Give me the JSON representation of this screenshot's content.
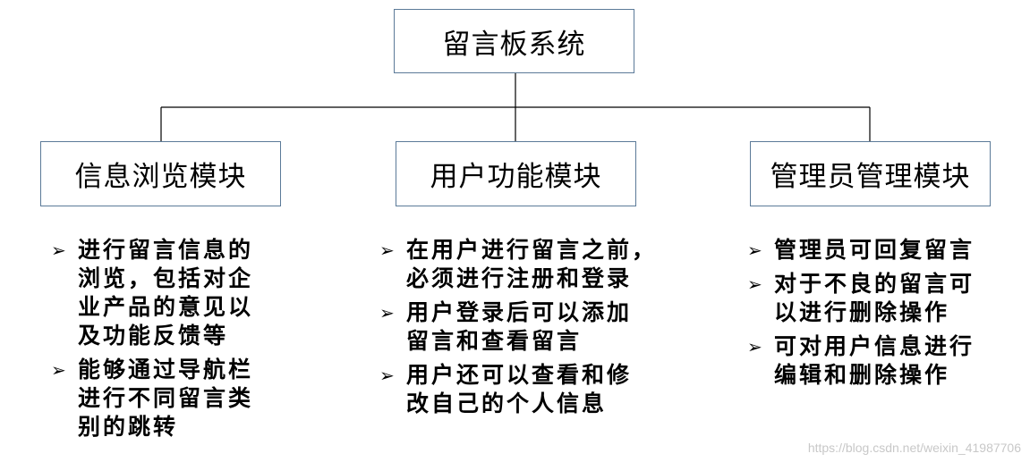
{
  "root": {
    "label": "留言板系统"
  },
  "modules": [
    {
      "label": "信息浏览模块",
      "bullets": [
        {
          "lines": [
            "进行留言信息的",
            "浏览，包括对企",
            "业产品的意见以",
            "及功能反馈等"
          ]
        },
        {
          "lines": [
            "能够通过导航栏",
            "进行不同留言类",
            "别的跳转"
          ]
        }
      ]
    },
    {
      "label": "用户功能模块",
      "bullets": [
        {
          "lines": [
            "在用户进行留言之前，",
            "必须进行注册和登录"
          ]
        },
        {
          "lines": [
            "用户登录后可以添加",
            "留言和查看留言"
          ]
        },
        {
          "lines": [
            "用户还可以查看和修",
            "改自己的个人信息"
          ]
        }
      ]
    },
    {
      "label": "管理员管理模块",
      "bullets": [
        {
          "lines": [
            "管理员可回复留言"
          ]
        },
        {
          "lines": [
            "对于不良的留言可",
            "以进行删除操作"
          ]
        },
        {
          "lines": [
            "可对用户信息进行",
            "编辑和删除操作"
          ]
        }
      ]
    }
  ],
  "bullet_symbol": "➢",
  "watermark": "https://blog.csdn.net/weixin_41987706",
  "colors": {
    "node_border": "#5b7a98",
    "connector": "#000000",
    "watermark": "#c8c8c8"
  }
}
